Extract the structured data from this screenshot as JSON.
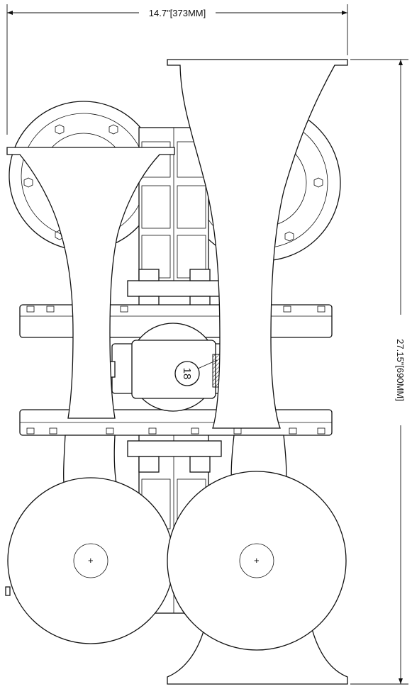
{
  "dimensions": {
    "width_label": "14.7\"[373MM]",
    "height_label": "27.15\"[690MM]"
  },
  "callouts": {
    "part_number": "18"
  }
}
